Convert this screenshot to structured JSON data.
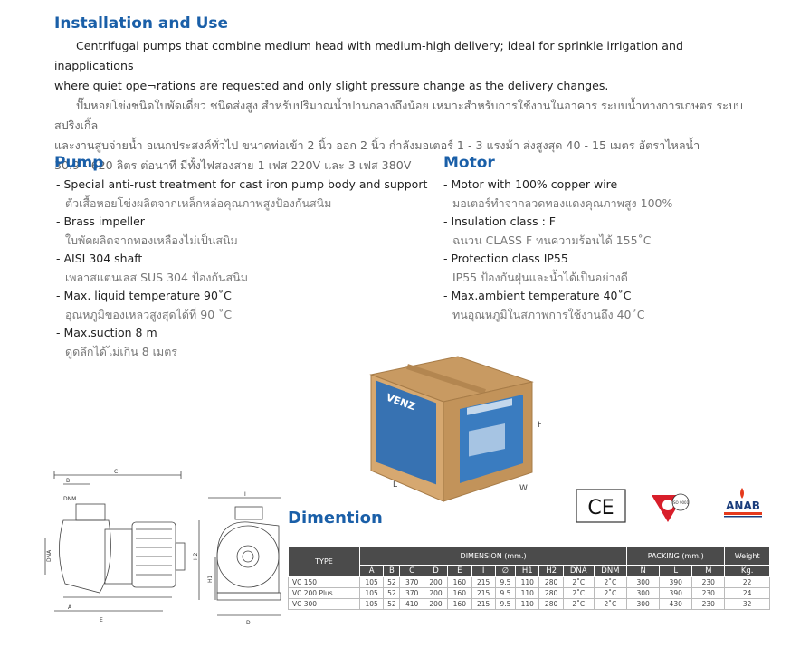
{
  "install": {
    "title": "Installation and Use",
    "en_line1": "Centrifugal pumps that combine medium head with medium-high delivery; ideal for sprinkle irrigation and inapplications",
    "en_line2": "where quiet ope¬rations are requested and only slight pressure change as the delivery changes.",
    "th_line1": "ปั๊มหอยโข่งชนิดใบพัดเดี่ยว ชนิดส่งสูง สำหรับปริมาณน้ำปานกลางถึงน้อย เหมาะสำหรับการใช้งานในอาคาร ระบบน้ำทางการเกษตร ระบบสปริงเกิ้ล",
    "th_line2": "และงานสูบจ่ายน้ำ อเนกประสงค์ทั่วไป ขนาดท่อเข้า 2 นิ้ว ออก 2 นิ้ว กำลังมอเตอร์ 1 - 3 แรงม้า ส่งสูงสุด 40 - 15 เมตร อัตราไหลน้ำ",
    "th_line3": "30.9 - 620 ลิตร ต่อนาที มีทั้งไฟสองสาย 1 เฟส 220V และ 3 เฟส 380V"
  },
  "pump": {
    "title": "Pump",
    "items": [
      {
        "en": "- Special anti-rust treatment for cast iron pump body and support",
        "th": "ตัวเสื้อหอยโข่งผลิตจากเหล็กหล่อคุณภาพสูงป้องกันสนิม"
      },
      {
        "en": "- Brass impeller",
        "th": "ใบพัดผลิตจากทองเหลืองไม่เป็นสนิม"
      },
      {
        "en": "- AISI 304 shaft",
        "th": "เพลาสแตนเลส SUS 304 ป้องกันสนิม"
      },
      {
        "en": "- Max. liquid temperature 90˚C",
        "th": "อุณหภูมิของเหลวสูงสุดได้ที่ 90 ˚C"
      },
      {
        "en": "- Max.suction 8 m",
        "th": "ดูดลึกได้ไม่เกิน 8 เมตร"
      }
    ]
  },
  "motor": {
    "title": "Motor",
    "items": [
      {
        "en": "- Motor with 100% copper wire",
        "th": "มอเตอร์ทำจากลวดทองแดงคุณภาพสูง 100%"
      },
      {
        "en": "- Insulation class : F",
        "th": "ฉนวน CLASS F ทนความร้อนได้ 155˚C"
      },
      {
        "en": "- Protection class IP55",
        "th": "IP55 ป้องกันฝุ่นและน้ำได้เป็นอย่างดี"
      },
      {
        "en": "- Max.ambient temperature 40˚C",
        "th": "ทนอุณหภูมิในสภาพการใช้งานถึง 40˚C"
      }
    ]
  },
  "box": {
    "brand": "VENZ",
    "dim_h": "H",
    "dim_l": "L",
    "dim_w": "W"
  },
  "drawing": {
    "c": "C",
    "b": "B",
    "dnm": "DNM",
    "dna": "DNA",
    "a": "A",
    "e": "E",
    "i": "I",
    "h2": "H2",
    "h1": "H1",
    "d": "D"
  },
  "dimention": {
    "title": "Dimention"
  },
  "certs": {
    "ce": "CE",
    "tisi": "ISO 9001",
    "anab": "ANAB"
  },
  "table": {
    "type_header": "TYPE",
    "dimension_header": "DIMENSION (mm.)",
    "packing_header": "PACKING (mm.)",
    "weight_header": "Weight",
    "sub_headers": [
      "A",
      "B",
      "C",
      "D",
      "E",
      "I",
      "∅",
      "H1",
      "H2",
      "DNA",
      "DNM",
      "N",
      "L",
      "M",
      "Kg."
    ],
    "rows": [
      [
        "VC 150",
        "105",
        "52",
        "370",
        "200",
        "160",
        "215",
        "9.5",
        "110",
        "280",
        "2˚C",
        "2˚C",
        "300",
        "390",
        "230",
        "22"
      ],
      [
        "VC 200 Plus",
        "105",
        "52",
        "370",
        "200",
        "160",
        "215",
        "9.5",
        "110",
        "280",
        "2˚C",
        "2˚C",
        "300",
        "390",
        "230",
        "24"
      ],
      [
        "VC 300",
        "105",
        "52",
        "410",
        "200",
        "160",
        "215",
        "9.5",
        "110",
        "280",
        "2˚C",
        "2˚C",
        "300",
        "430",
        "230",
        "32"
      ]
    ]
  }
}
